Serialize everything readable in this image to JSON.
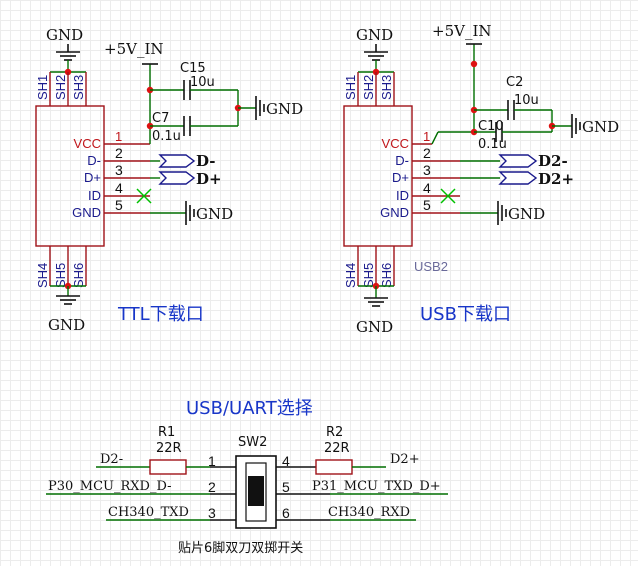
{
  "net_labels": {
    "gnd": "GND",
    "v5": "+5V_IN"
  },
  "connector1": {
    "title": "TTL下载口",
    "sh_top": [
      "SH1",
      "SH2",
      "SH3"
    ],
    "sh_bottom": [
      "SH4",
      "SH5",
      "SH6"
    ],
    "pins": [
      {
        "name": "VCC",
        "num": "1"
      },
      {
        "name": "D-",
        "num": "2"
      },
      {
        "name": "D+",
        "num": "3"
      },
      {
        "name": "ID",
        "num": "4"
      },
      {
        "name": "GND",
        "num": "5"
      }
    ],
    "port_dm": "D-",
    "port_dp": "D+",
    "cap_a": {
      "ref": "C15",
      "value": "10u"
    },
    "cap_b": {
      "ref": "C7",
      "value": "0.1u"
    }
  },
  "connector2": {
    "title": "USB下载口",
    "ref": "USB2",
    "sh_top": [
      "SH1",
      "SH2",
      "SH3"
    ],
    "sh_bottom": [
      "SH4",
      "SH5",
      "SH6"
    ],
    "pins": [
      {
        "name": "VCC",
        "num": "1"
      },
      {
        "name": "D-",
        "num": "2"
      },
      {
        "name": "D+",
        "num": "3"
      },
      {
        "name": "ID",
        "num": "4"
      },
      {
        "name": "GND",
        "num": "5"
      }
    ],
    "port_dm": "D2-",
    "port_dp": "D2+",
    "cap_a": {
      "ref": "C2",
      "value": "10u"
    },
    "cap_b": {
      "ref": "C10",
      "value": "0.1u"
    }
  },
  "switch": {
    "title": "USB/UART选择",
    "ref": "SW2",
    "caption": "贴片6脚双刀双掷开关",
    "left_pins": [
      "1",
      "2",
      "3"
    ],
    "right_pins": [
      "4",
      "5",
      "6"
    ],
    "r1": {
      "ref": "R1",
      "value": "22R"
    },
    "r2": {
      "ref": "R2",
      "value": "22R"
    },
    "nets": {
      "d2m": "D2-",
      "p30": "P30_MCU_RXD_D-",
      "ch340_txd": "CH340_TXD",
      "d2p": "D2+",
      "p31": "P31_MCU_TXD_D+",
      "ch340_rxd": "CH340_RXD"
    }
  }
}
